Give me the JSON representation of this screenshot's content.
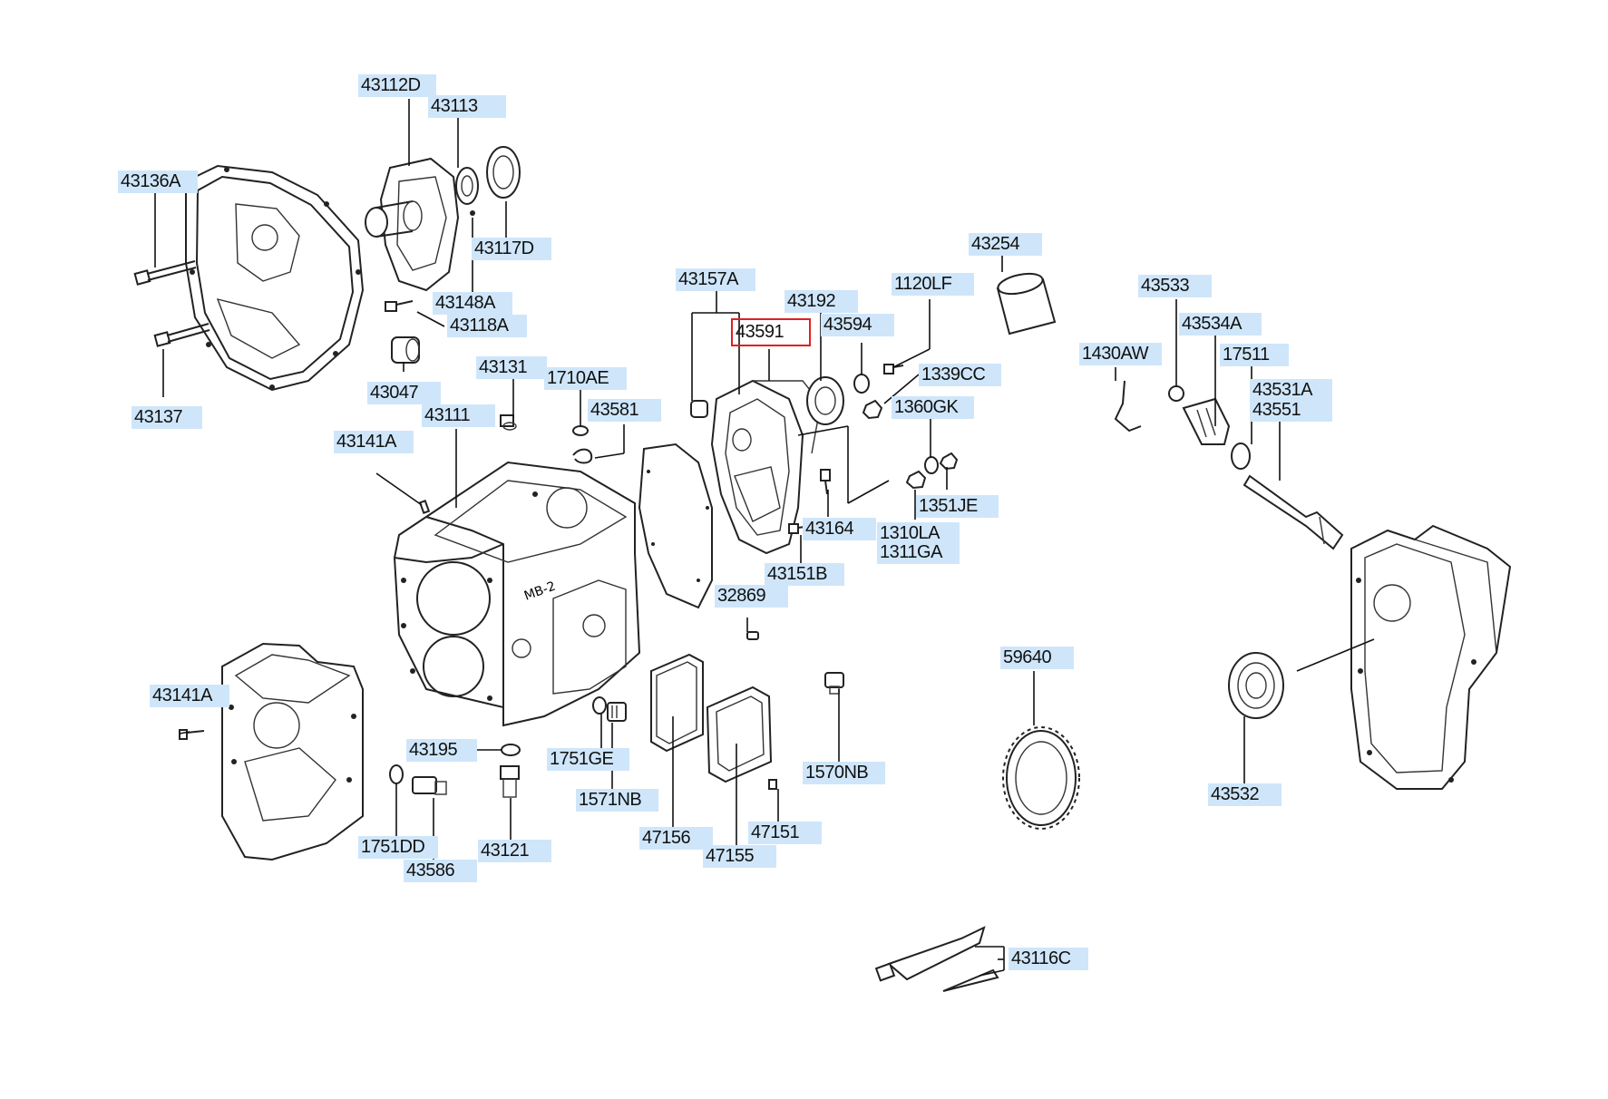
{
  "diagram": {
    "highlight_color": "#e02020",
    "label_bg_color": "#cfe6fa",
    "callouts": [
      {
        "id": "43112D",
        "label": "43112D"
      },
      {
        "id": "43113",
        "label": "43113"
      },
      {
        "id": "43136A",
        "label": "43136A"
      },
      {
        "id": "43117D",
        "label": "43117D"
      },
      {
        "id": "43148A",
        "label": "43148A"
      },
      {
        "id": "43118A",
        "label": "43118A"
      },
      {
        "id": "43137",
        "label": "43137"
      },
      {
        "id": "43047",
        "label": "43047"
      },
      {
        "id": "43157A",
        "label": "43157A"
      },
      {
        "id": "43192",
        "label": "43192"
      },
      {
        "id": "1120LF",
        "label": "1120LF"
      },
      {
        "id": "43254",
        "label": "43254"
      },
      {
        "id": "43533",
        "label": "43533"
      },
      {
        "id": "43591",
        "label": "43591",
        "selected": true
      },
      {
        "id": "43594",
        "label": "43594"
      },
      {
        "id": "43534A",
        "label": "43534A"
      },
      {
        "id": "1430AW",
        "label": "1430AW"
      },
      {
        "id": "17511",
        "label": "17511"
      },
      {
        "id": "43131",
        "label": "43131"
      },
      {
        "id": "1710AE",
        "label": "1710AE"
      },
      {
        "id": "1339CC",
        "label": "1339CC"
      },
      {
        "id": "43531A",
        "label": "43531A"
      },
      {
        "id": "43551",
        "label": "43551"
      },
      {
        "id": "1360GK",
        "label": "1360GK"
      },
      {
        "id": "43111",
        "label": "43111"
      },
      {
        "id": "43581",
        "label": "43581"
      },
      {
        "id": "43141A_top",
        "label": "43141A"
      },
      {
        "id": "1351JE",
        "label": "1351JE"
      },
      {
        "id": "43164",
        "label": "43164"
      },
      {
        "id": "1310LA",
        "label": "1310LA"
      },
      {
        "id": "1311GA",
        "label": "1311GA"
      },
      {
        "id": "43151B",
        "label": "43151B"
      },
      {
        "id": "32869",
        "label": "32869"
      },
      {
        "id": "59640",
        "label": "59640"
      },
      {
        "id": "43141A_bot",
        "label": "43141A"
      },
      {
        "id": "1570NB",
        "label": "1570NB"
      },
      {
        "id": "43195",
        "label": "43195"
      },
      {
        "id": "1751GE",
        "label": "1751GE"
      },
      {
        "id": "43532",
        "label": "43532"
      },
      {
        "id": "1571NB",
        "label": "1571NB"
      },
      {
        "id": "47156",
        "label": "47156"
      },
      {
        "id": "47151",
        "label": "47151"
      },
      {
        "id": "1751DD",
        "label": "1751DD"
      },
      {
        "id": "43121",
        "label": "43121"
      },
      {
        "id": "47155",
        "label": "47155"
      },
      {
        "id": "43586",
        "label": "43586"
      },
      {
        "id": "43116C",
        "label": "43116C"
      }
    ]
  }
}
